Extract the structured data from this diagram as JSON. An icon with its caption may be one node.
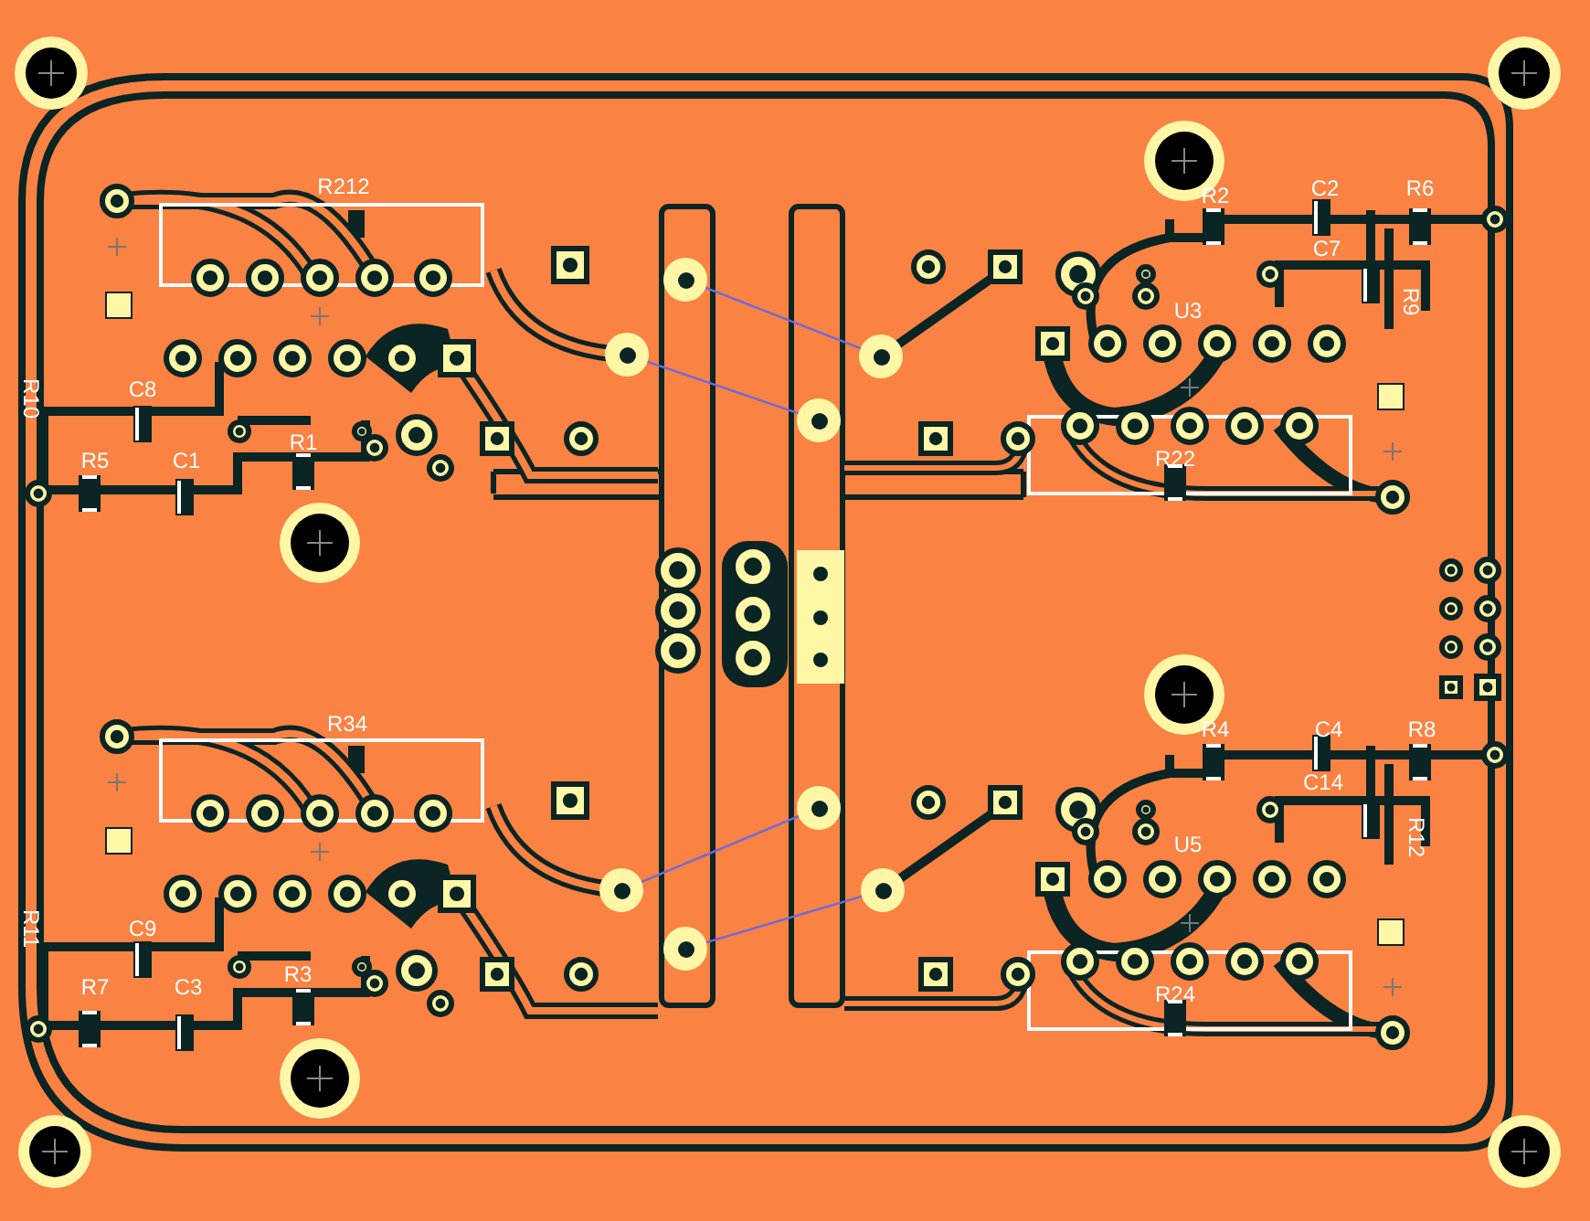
{
  "diagram": {
    "nodes": [
      {
        "text": [],
        "shape": "circle"
      },
      {
        "text": [],
        "shape": "circle"
      },
      {
        "text": [],
        "shape": "circle"
      },
      {
        "text": [],
        "shape": "circle"
      },
      {
        "text": [],
        "shape": "circle"
      },
      {
        "text": [],
        "shape": "circle"
      },
      {
        "text": [],
        "shape": "circle"
      },
      {
        "text": [],
        "shape": "circle"
      }
    ],
    "edges": [
      {
        "from": 0,
        "to": 1,
        "arrow": "none",
        "color": "#6a6adf"
      },
      {
        "from": 2,
        "to": 3,
        "arrow": "none",
        "color": "#6a6adf"
      },
      {
        "from": 4,
        "to": 5,
        "arrow": "none",
        "color": "#6a6adf"
      },
      {
        "from": 6,
        "to": 7,
        "arrow": "none",
        "color": "#6a6adf"
      }
    ],
    "labels": [
      "R212",
      "R2",
      "C2",
      "R6",
      "C7",
      "R9",
      "U3",
      "R10",
      "C8",
      "R1",
      "R5",
      "C1",
      "R22",
      "R34",
      "R4",
      "C4",
      "R8",
      "C14",
      "R12",
      "U5",
      "R11",
      "C9",
      "R3",
      "R7",
      "C3",
      "R24"
    ]
  }
}
